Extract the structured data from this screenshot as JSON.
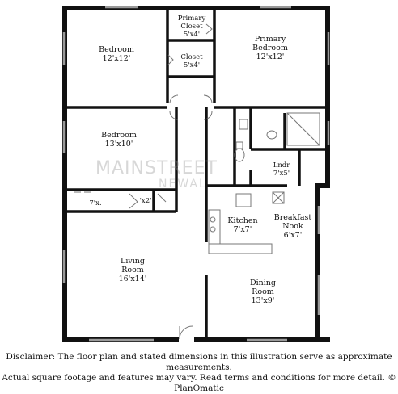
{
  "rooms": {
    "bedroom_1": {
      "name": "Bedroom",
      "dims": "12'x12'"
    },
    "primary_closet": {
      "name": "Primary\nCloset",
      "name_line1": "Primary",
      "name_line2": "Closet",
      "dims": "5'x4'"
    },
    "closet": {
      "name": "Closet",
      "dims": "5'x4'"
    },
    "primary_bedroom": {
      "name_line1": "Primary",
      "name_line2": "Bedroom",
      "dims": "12'x12'"
    },
    "bedroom_2": {
      "name": "Bedroom",
      "dims": "13'x10'"
    },
    "laundry": {
      "name": "Lndr",
      "dims": "7'x5'"
    },
    "closet_small_1": {
      "dims": "7'x."
    },
    "closet_small_2": {
      "dims": "'x2'"
    },
    "kitchen": {
      "name": "Kitchen",
      "dims": "7'x7'"
    },
    "breakfast_nook": {
      "name_line1": "Breakfast",
      "name_line2": "Nook",
      "dims": "6'x7'"
    },
    "living_room": {
      "name_line1": "Living",
      "name_line2": "Room",
      "dims": "16'x14'"
    },
    "dining_room": {
      "name_line1": "Dining",
      "name_line2": "Room",
      "dims": "13'x9'"
    }
  },
  "watermark": {
    "line1": "MAINSTREET",
    "line2": "NEWAL"
  },
  "disclaimer": {
    "line1": "Disclaimer: The floor plan and stated dimensions in this illustration serve as approximate measurements.",
    "line2": "Actual square footage and features may vary. Read terms and conditions for more detail. © PlanOmatic"
  },
  "colors": {
    "wall": "#111111",
    "window": "#9a9a9a",
    "fixture": "#555555"
  }
}
